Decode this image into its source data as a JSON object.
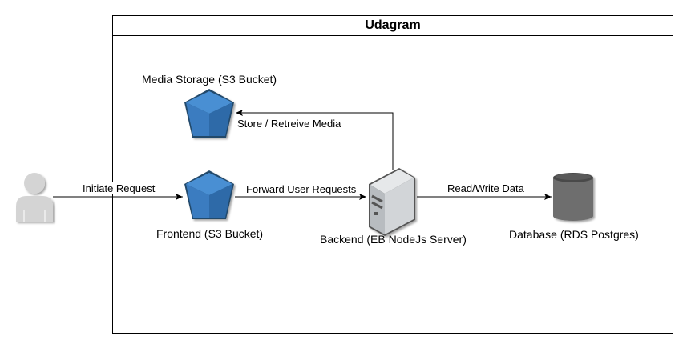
{
  "diagram": {
    "title": "Udagram",
    "nodes": {
      "user": {
        "icon": "user-icon"
      },
      "media_storage": {
        "label": "Media Storage (S3 Bucket)",
        "icon": "s3-bucket-icon"
      },
      "frontend": {
        "label": "Frontend (S3 Bucket)",
        "icon": "s3-bucket-icon"
      },
      "backend": {
        "label": "Backend (EB NodeJs Server)",
        "icon": "server-icon"
      },
      "database": {
        "label": "Database (RDS Postgres)",
        "icon": "database-icon"
      }
    },
    "edges": {
      "initiate": {
        "label": "Initiate Request"
      },
      "forward": {
        "label": "Forward User Requests"
      },
      "store": {
        "label": "Store / Retreive Media"
      },
      "readwrite": {
        "label": "Read/Write Data"
      }
    },
    "colors": {
      "bucket": "#3a7cc0",
      "server": "#b8bcc0",
      "database": "#6e6e6e",
      "user": "#d4d4d4"
    }
  }
}
